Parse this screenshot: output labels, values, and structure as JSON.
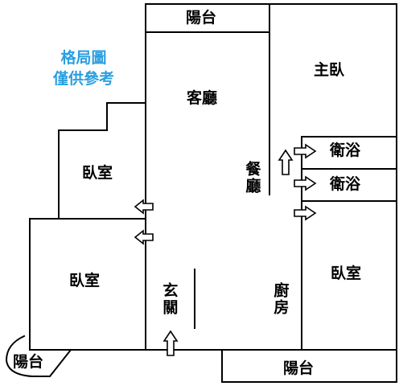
{
  "note": {
    "line1": "格局圖",
    "line2": "僅供參考"
  },
  "rooms": {
    "balcony_top": "陽台",
    "living_room": "客廳",
    "master_bedroom": "主臥",
    "dining_room": "餐廳",
    "bathroom_1": "衛浴",
    "bathroom_2": "衛浴",
    "bedroom_upper_left": "臥室",
    "bedroom_lower_left": "臥室",
    "bedroom_right": "臥室",
    "entrance": "玄關",
    "kitchen": "廚房",
    "balcony_bottom_left": "陽台",
    "balcony_bottom_right": "陽台"
  },
  "colors": {
    "wall": "#000000",
    "note_text": "#2a9fe0",
    "background": "#ffffff"
  },
  "icons": {
    "door_arrow": "outline-arrow"
  }
}
